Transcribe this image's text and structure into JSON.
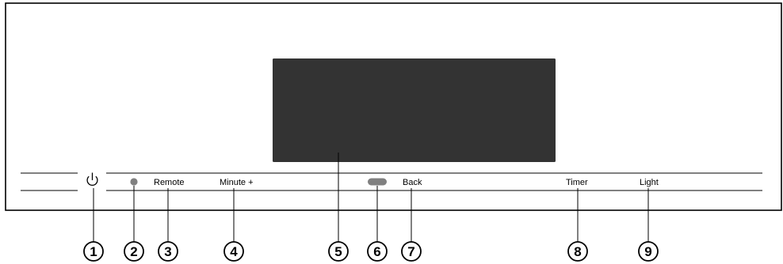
{
  "control_panel": {
    "labels": {
      "remote": "Remote",
      "minute_plus": "Minute +",
      "back": "Back",
      "timer": "Timer",
      "light": "Light"
    }
  },
  "callouts": [
    "1",
    "2",
    "3",
    "4",
    "5",
    "6",
    "7",
    "8",
    "9"
  ],
  "colors": {
    "display": "#333333",
    "indicator": "#808080",
    "line": "#000000"
  }
}
